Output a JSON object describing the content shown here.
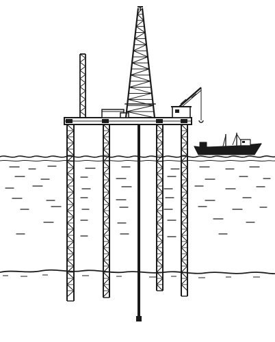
{
  "illustration": {
    "background": "#ffffff",
    "ink": "#1a1a1a",
    "elements": [
      "derrick",
      "flare-tower",
      "deck-platform",
      "crane",
      "deck-house",
      "support-legs",
      "drill-pipe",
      "sea-surface",
      "water-ripples",
      "seabed",
      "supply-ship"
    ]
  }
}
